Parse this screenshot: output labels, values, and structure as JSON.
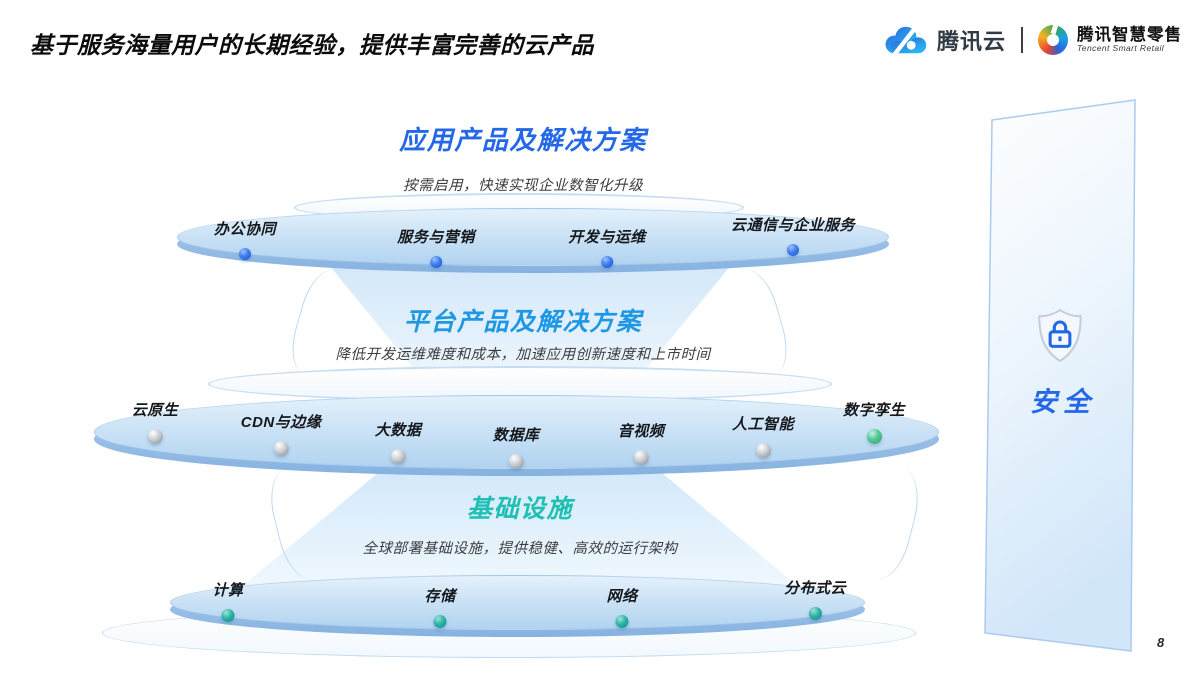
{
  "page": {
    "title": "基于服务海量用户的长期经验，提供丰富完善的云产品",
    "page_number": "8"
  },
  "logos": {
    "tencent_cloud": {
      "name": "腾讯云",
      "icon": "cloud-icon"
    },
    "smart_retail": {
      "name": "腾讯智慧零售",
      "subtitle": "Tencent Smart Retail",
      "icon": "swirl-icon"
    }
  },
  "layers": [
    {
      "id": "application",
      "title": "应用产品及解决方案",
      "subtitle": "按需启用，快速实现企业数智化升级",
      "title_color": "#2468e8",
      "items": [
        {
          "label": "办公协同",
          "dot": "blue"
        },
        {
          "label": "服务与营销",
          "dot": "blue"
        },
        {
          "label": "开发与运维",
          "dot": "blue"
        },
        {
          "label": "云通信与企业服务",
          "dot": "blue"
        }
      ]
    },
    {
      "id": "platform",
      "title": "平台产品及解决方案",
      "subtitle": "降低开发运维难度和成本，加速应用创新速度和上市时间",
      "title_color": "#1e97e4",
      "items": [
        {
          "label": "云原生",
          "dot": "silver"
        },
        {
          "label": "CDN与边缘",
          "dot": "silver"
        },
        {
          "label": "大数据",
          "dot": "silver"
        },
        {
          "label": "数据库",
          "dot": "silver"
        },
        {
          "label": "音视频",
          "dot": "silver"
        },
        {
          "label": "人工智能",
          "dot": "silver"
        },
        {
          "label": "数字孪生",
          "dot": "green"
        }
      ]
    },
    {
      "id": "infrastructure",
      "title": "基础设施",
      "subtitle": "全球部署基础设施，提供稳健、高效的运行架构",
      "title_color": "#1fc0b3",
      "items": [
        {
          "label": "计算",
          "dot": "teal"
        },
        {
          "label": "存储",
          "dot": "teal"
        },
        {
          "label": "网络",
          "dot": "teal"
        },
        {
          "label": "分布式云",
          "dot": "teal"
        }
      ]
    }
  ],
  "security_panel": {
    "label": "安全",
    "icon": "shield-lock-icon"
  },
  "colors": {
    "accent_blue": "#2468e8",
    "platform_blue": "#1e97e4",
    "infra_teal": "#1fc0b3",
    "dot_blue": "#2566dd",
    "dot_silver": "#9aa0a8",
    "dot_green": "#3dbd8f",
    "dot_teal": "#17a99b",
    "ellipse_fill": "#c7e0f5"
  }
}
